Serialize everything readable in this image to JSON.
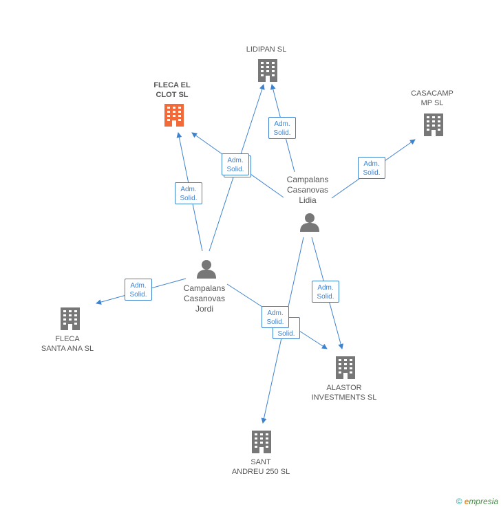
{
  "colors": {
    "edge": "#3d82cf",
    "node": "#777777",
    "focus": "#f26a3a"
  },
  "nodes": {
    "fleca_el_clot": {
      "label": "FLECA EL\nCLOT SL",
      "icon": "building-icon",
      "focus": true
    },
    "lidipan": {
      "label": "LIDIPAN SL",
      "icon": "building-icon"
    },
    "casacamp": {
      "label": "CASACAMP\nMP SL",
      "icon": "building-icon"
    },
    "fleca_santa_ana": {
      "label": "FLECA\nSANTA ANA SL",
      "icon": "building-icon"
    },
    "alastor": {
      "label": "ALASTOR\nINVESTMENTS SL",
      "icon": "building-icon"
    },
    "sant_andreu": {
      "label": "SANT\nANDREU 250 SL",
      "icon": "building-icon"
    },
    "lidia": {
      "label": "Campalans\nCasanovas\nLidia",
      "icon": "person-icon"
    },
    "jordi": {
      "label": "Campalans\nCasanovas\nJordi",
      "icon": "person-icon"
    }
  },
  "relations": {
    "label": "Adm.\nSolid.",
    "short_label": "Solid."
  },
  "footer": {
    "copyright": "©",
    "brand_first": "e",
    "brand_rest": "mpresia"
  }
}
